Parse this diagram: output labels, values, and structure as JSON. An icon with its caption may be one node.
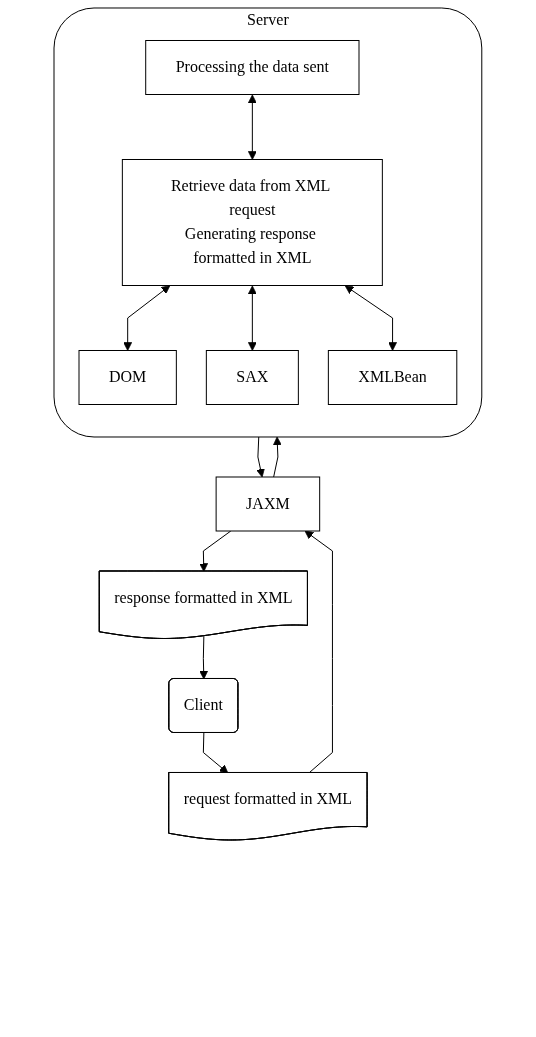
{
  "diagram": {
    "nodes": [
      {
        "text": [
          "Client"
        ]
      },
      {
        "text": [
          "request formatted in XML"
        ]
      },
      {
        "text": [
          "response formatted in XML"
        ]
      },
      {
        "text": [
          "JAXM"
        ]
      },
      {
        "text": [
          "Server"
        ]
      },
      {
        "text": [
          "Processing the data sent"
        ],
        "in": 4
      },
      {
        "text": [
          "Retrieve data from XML request",
          "Generating response formatted in XML"
        ],
        "in": 4
      },
      {
        "text": [
          "DOM"
        ],
        "in": 4
      },
      {
        "text": [
          "SAX"
        ],
        "in": 4
      },
      {
        "text": [
          "XMLBean"
        ],
        "in": 4
      }
    ],
    "edges": [
      {
        "from": 0,
        "to": 1,
        "arrow": "to"
      },
      {
        "from": 2,
        "to": 0,
        "arrow": "to"
      },
      {
        "from": 1,
        "to": 3,
        "arrow": "to"
      },
      {
        "from": 3,
        "to": 2,
        "arrow": "to"
      },
      {
        "from": 3,
        "to": 4,
        "arrow": "to"
      },
      {
        "from": 4,
        "to": 3,
        "arrow": "to"
      },
      {
        "from": 5,
        "to": 6,
        "arrow": "both"
      },
      {
        "from": 6,
        "to": 7,
        "arrow": "both"
      },
      {
        "from": 6,
        "to": 8,
        "arrow": "both"
      },
      {
        "from": 6,
        "to": 9,
        "arrow": "both"
      }
    ]
  }
}
